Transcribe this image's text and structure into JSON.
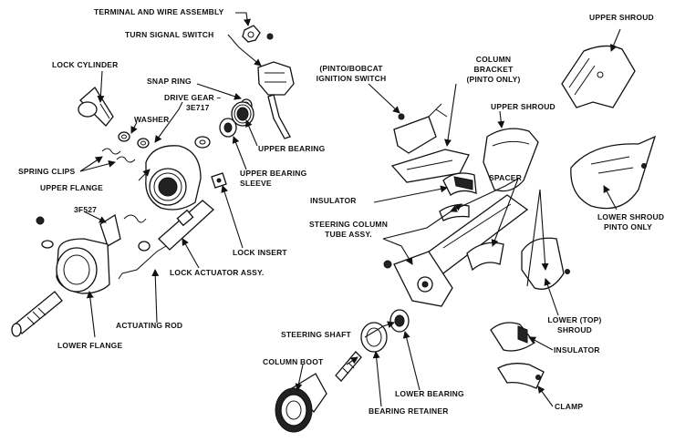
{
  "labels": {
    "terminal_wire": "TERMINAL AND WIRE ASSEMBLY",
    "turn_signal": "TURN SIGNAL SWITCH",
    "lock_cylinder": "LOCK CYLINDER",
    "snap_ring": "SNAP RING",
    "drive_gear_1": "DRIVE GEAR –",
    "drive_gear_2": "3E717",
    "washer": "WASHER",
    "upper_bearing": "UPPER BEARING",
    "upper_bearing_sleeve_1": "UPPER BEARING",
    "upper_bearing_sleeve_2": "SLEEVE",
    "spring_clips": "SPRING CLIPS",
    "upper_flange": "UPPER FLANGE",
    "part_3f527": "3F527",
    "lock_insert": "LOCK INSERT",
    "lock_actuator": "LOCK ACTUATOR ASSY.",
    "actuating_rod": "ACTUATING ROD",
    "lower_flange": "LOWER FLANGE",
    "ignition_1": "(PINTO/BOBCAT",
    "ignition_2": "IGNITION SWITCH",
    "column_bracket_1": "COLUMN",
    "column_bracket_2": "BRACKET",
    "column_bracket_3": "(PINTO ONLY)",
    "upper_shroud_mid": "UPPER SHROUD",
    "upper_shroud_right": "UPPER SHROUD",
    "spacer": "SPACER",
    "insulator_top": "INSULATOR",
    "steering_tube_1": "STEERING COLUMN",
    "steering_tube_2": "TUBE ASSY.",
    "lower_shroud_1": "LOWER SHROUD",
    "lower_shroud_2": "PINTO ONLY",
    "lower_top_shroud_1": "LOWER (TOP)",
    "lower_top_shroud_2": "SHROUD",
    "steering_shaft": "STEERING SHAFT",
    "column_boot": "COLUMN BOOT",
    "lower_bearing": "LOWER BEARING",
    "bearing_retainer": "BEARING RETAINER",
    "insulator_bottom": "INSULATOR",
    "clamp": "CLAMP"
  }
}
